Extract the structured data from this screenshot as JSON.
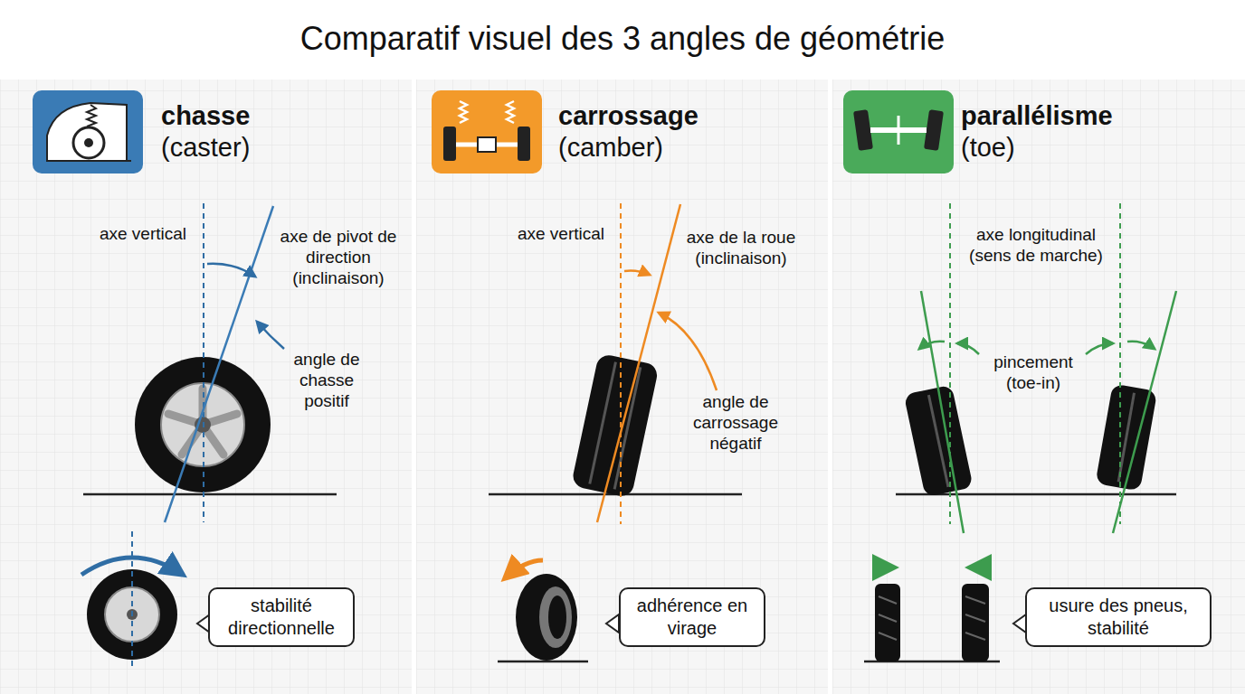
{
  "diagram": {
    "title": "Comparatif visuel des 3 angles de géométrie",
    "nodes": [
      {
        "text": [
          "chasse",
          "(caster)"
        ]
      },
      {
        "text": [
          "stabilité directionnelle"
        ],
        "in": 0
      },
      {
        "text": [
          "carrossage",
          "(camber)"
        ]
      },
      {
        "text": [
          "adhérence en virage"
        ],
        "in": 2
      },
      {
        "text": [
          "parallélisme",
          "(toe)"
        ]
      },
      {
        "text": [
          "usure des pneus, stabilité"
        ],
        "in": 4
      }
    ],
    "labels": [
      "axe vertical",
      "axe de pivot de direction (inclinaison)",
      "angle de chasse positif",
      "axe vertical",
      "axe de la roue (inclinaison)",
      "angle de carrossage négatif",
      "axe longitudinal (sens de marche)",
      "pincement (toe-in)"
    ]
  }
}
